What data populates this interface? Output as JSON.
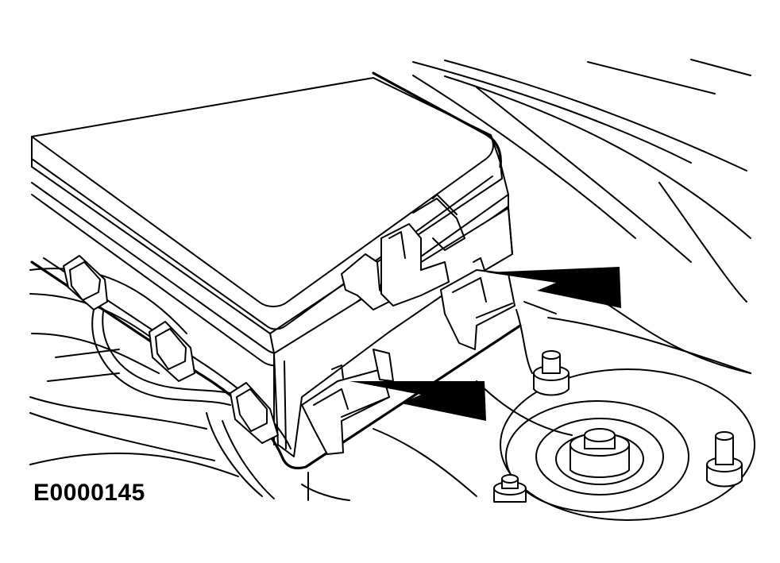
{
  "figure": {
    "id_label": "E0000145",
    "subject": "fuse-box-cover-with-release-clips",
    "callouts": [
      {
        "name": "arrow-upper-clip",
        "points_to": "upper-release-clip"
      },
      {
        "name": "arrow-lower-clip",
        "points_to": "lower-release-clip"
      }
    ],
    "colors": {
      "line": "#000000",
      "background": "#ffffff"
    }
  }
}
